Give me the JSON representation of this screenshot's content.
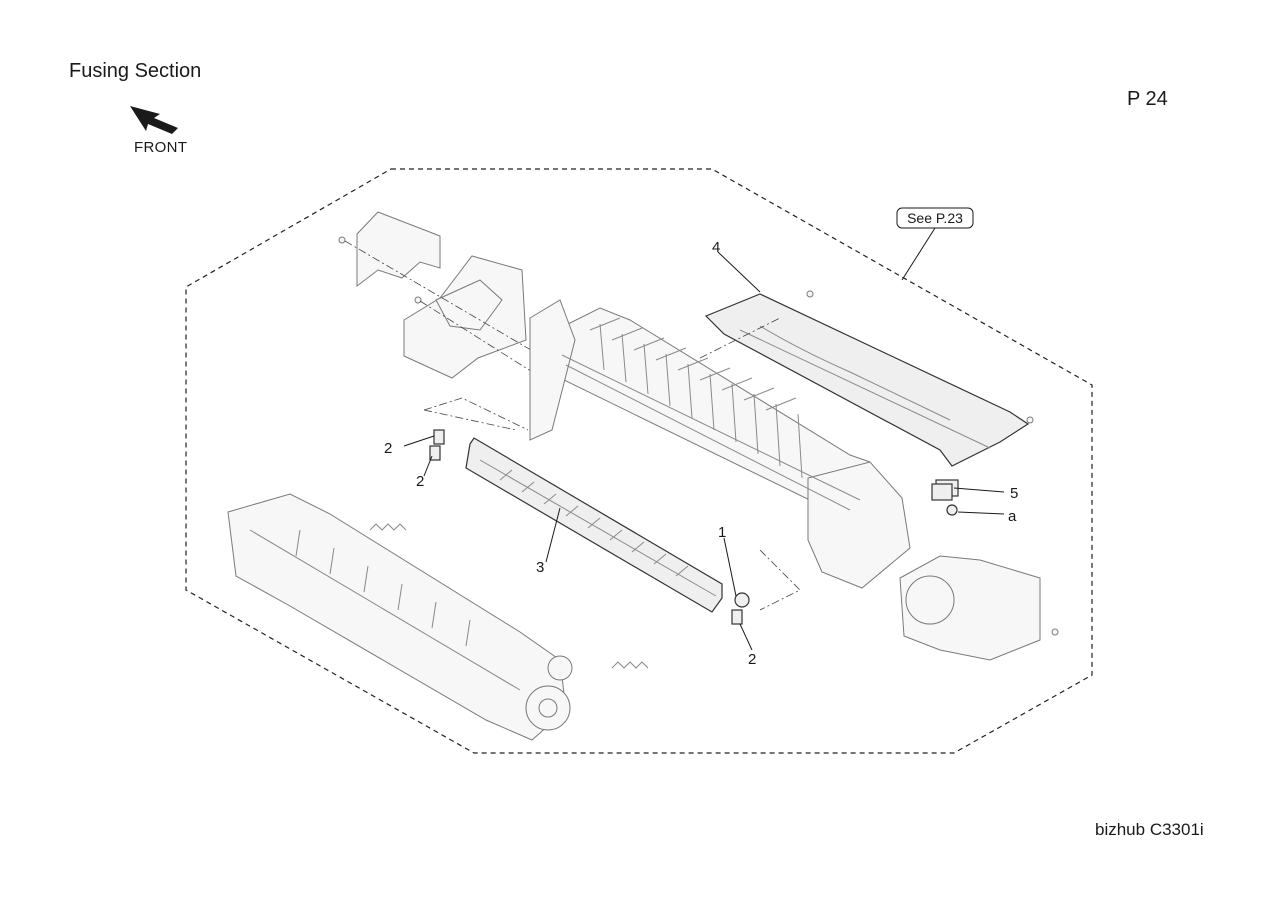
{
  "header": {
    "section_title": "Fusing Section",
    "page_number": "P 24"
  },
  "orientation": {
    "label": "FRONT",
    "icon": "arrow-icon"
  },
  "footer": {
    "model": "bizhub C3301i"
  },
  "diagram": {
    "reference_label": "See P.23",
    "callouts": [
      {
        "id": "1",
        "label": "1"
      },
      {
        "id": "2",
        "label": "2"
      },
      {
        "id": "2",
        "label": "2"
      },
      {
        "id": "2",
        "label": "2"
      },
      {
        "id": "3",
        "label": "3"
      },
      {
        "id": "4",
        "label": "4"
      },
      {
        "id": "5",
        "label": "5"
      },
      {
        "id": "a",
        "label": "a"
      }
    ]
  }
}
